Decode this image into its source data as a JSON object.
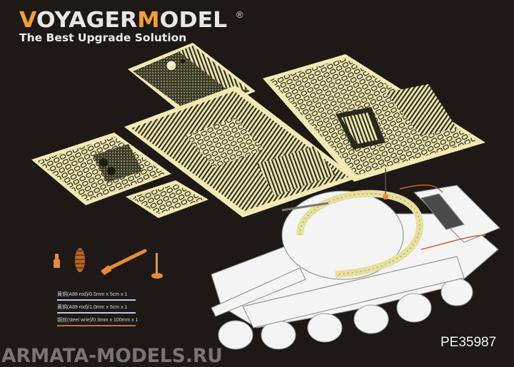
{
  "brand": {
    "name_prefix_accent": "V",
    "name_part1": "OYAGER",
    "name_accent2": "M",
    "name_part2": "ODEL",
    "registered_mark": "®",
    "tagline": "The Best Upgrade Solution",
    "colors": {
      "accent": "#f0a032",
      "text": "#e8e8e8",
      "background": "#1e1817"
    }
  },
  "product": {
    "code": "PE35987",
    "frets": [
      {
        "id": "fret-top-small",
        "label": "photo-etch fret (top)"
      },
      {
        "id": "fret-left",
        "label": "photo-etch fret (left)"
      },
      {
        "id": "fret-center",
        "label": "photo-etch fret (center)"
      },
      {
        "id": "fret-right",
        "label": "photo-etch fret (right)"
      },
      {
        "id": "fret-small-bottom",
        "label": "photo-etch fret (small)"
      }
    ],
    "turned_parts": [
      "small-fitting",
      "antenna-base",
      "gun-barrel",
      "antenna-mount"
    ],
    "parts_legend": [
      {
        "text": "黄铜(A88 rod)/0.5mm x 5cm x 1",
        "line_color": "#c8c8e6"
      },
      {
        "text": "黄铜(A88 rod)/1.0mm x 5cm x 1",
        "line_color": "#c8c8e6"
      },
      {
        "text": "钢丝(steel wrie)/0.3mm x 100mm x 1",
        "line_color": "#b07840"
      }
    ],
    "colors": {
      "brass": "#f3eab2",
      "brass_dark": "#3a3826",
      "turned_part": "#e98b35",
      "model": "#f4f4f4"
    }
  },
  "watermark": "ARMATA-MODELS.RU"
}
